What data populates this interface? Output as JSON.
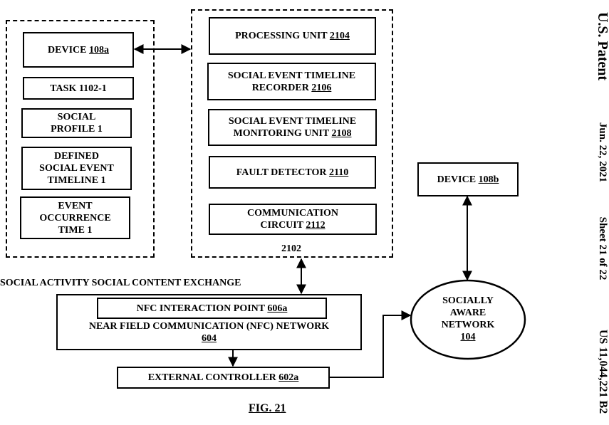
{
  "header": {
    "patent_office": "U.S. Patent",
    "date": "Jun. 22, 2021",
    "sheet": "Sheet 21 of 22",
    "patent_number": "US 11,044,221 B2"
  },
  "left_group": {
    "device": {
      "text": "DEVICE ",
      "ref": "108a"
    },
    "task": "TASK 1102-1",
    "social_profile": {
      "line1": "SOCIAL",
      "line2": "PROFILE 1"
    },
    "timeline": {
      "line1": "DEFINED",
      "line2": "SOCIAL EVENT",
      "line3": "TIMELINE 1"
    },
    "occurrence": {
      "line1": "EVENT",
      "line2": "OCCURRENCE",
      "line3": "TIME 1"
    }
  },
  "system": {
    "ref": "2102",
    "processing_unit": {
      "text": "PROCESSING UNIT ",
      "ref": "2104"
    },
    "recorder": {
      "line1": "SOCIAL EVENT TIMELINE",
      "line2": "RECORDER ",
      "ref": "2106"
    },
    "monitoring": {
      "line1": "SOCIAL EVENT TIMELINE",
      "line2": "MONITORING UNIT ",
      "ref": "2108"
    },
    "fault_detector": {
      "text": "FAULT DETECTOR ",
      "ref": "2110"
    },
    "comm_circuit": {
      "line1": "COMMUNICATION",
      "line2": "CIRCUIT ",
      "ref": "2112"
    }
  },
  "activity_label": "SOCIAL ACTIVITY  SOCIAL CONTENT EXCHANGE",
  "nfc": {
    "interaction_point": {
      "text": "NFC INTERACTION POINT ",
      "ref": "606a"
    },
    "network_label": "NEAR FIELD COMMUNICATION (NFC) NETWORK",
    "network_ref": "604"
  },
  "controller": {
    "text": "EXTERNAL CONTROLLER ",
    "ref": "602a"
  },
  "device_b": {
    "text": "DEVICE ",
    "ref": "108b"
  },
  "social_network": {
    "line1": "SOCIALLY",
    "line2": "AWARE",
    "line3": "NETWORK",
    "ref": "104"
  },
  "figure_label": "FIG. 21"
}
